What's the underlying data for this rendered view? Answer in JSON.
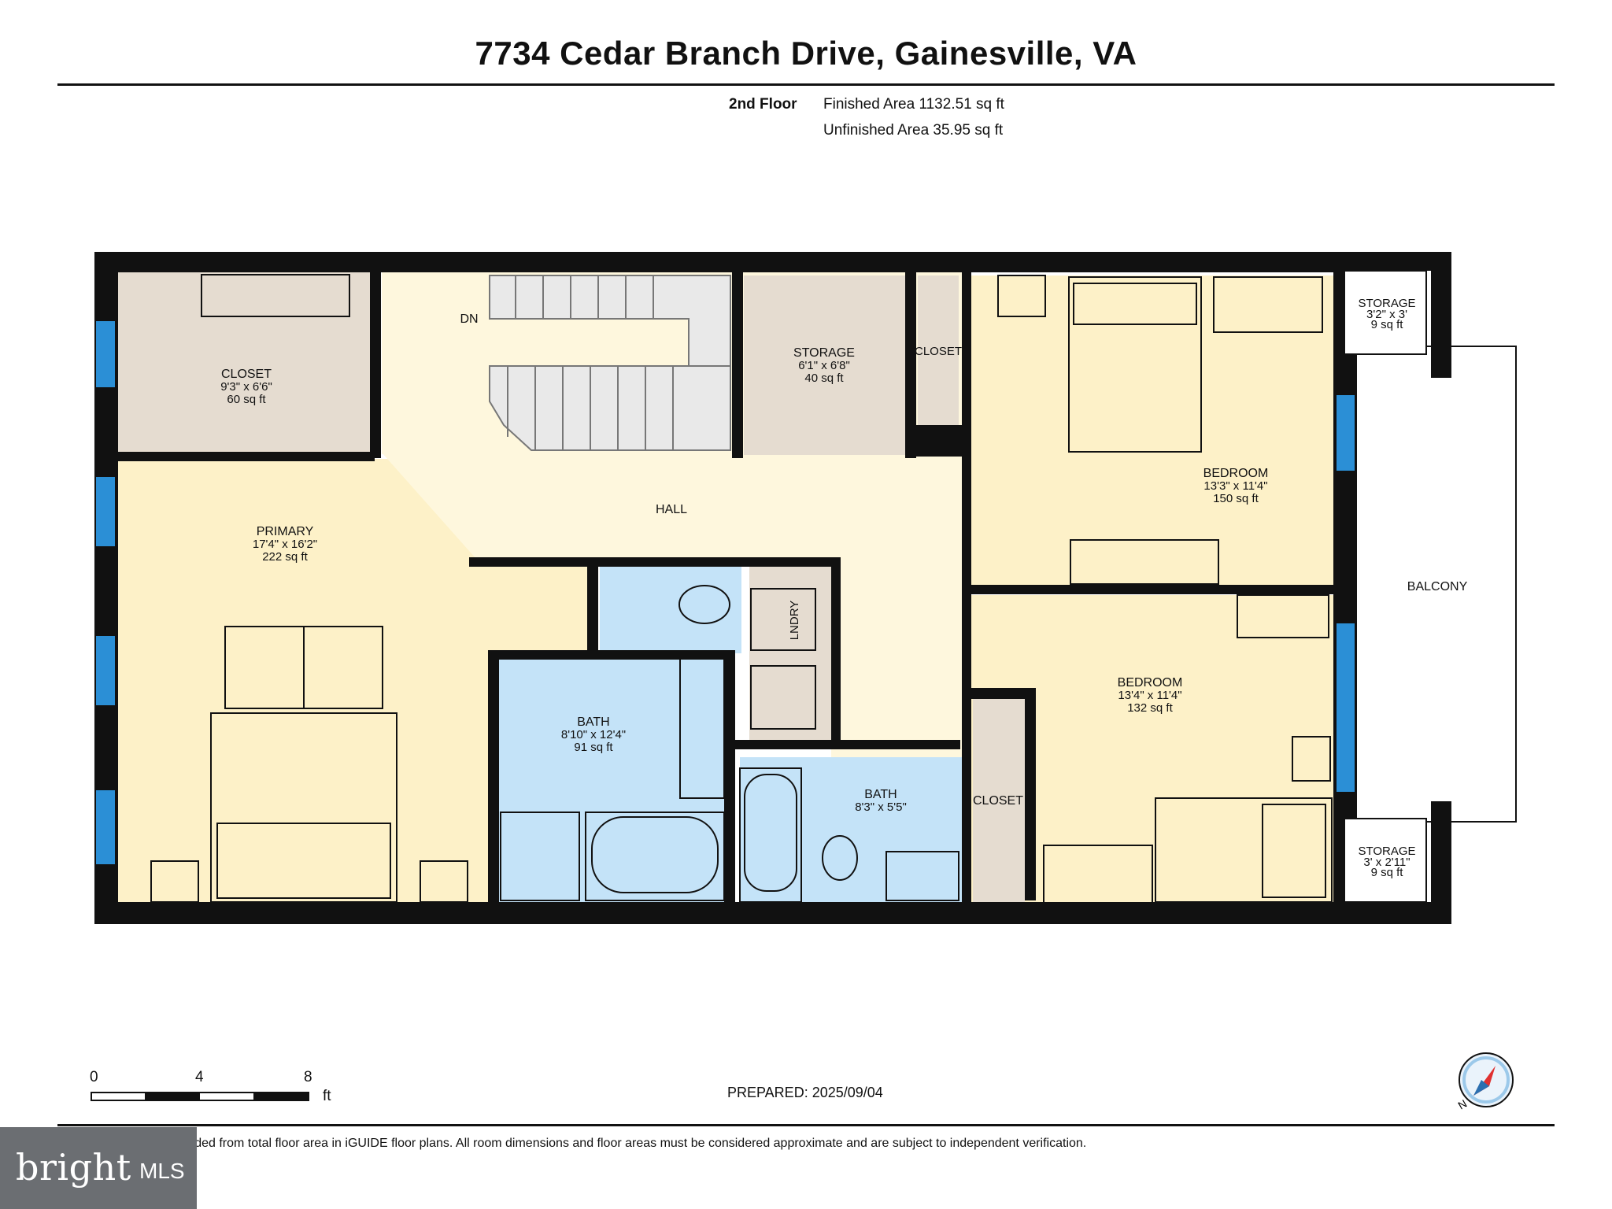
{
  "title": "7734 Cedar Branch Drive, Gainesville, VA",
  "floor": {
    "label": "2nd Floor",
    "finished_area": "Finished Area 1132.51 sq ft",
    "unfinished_area": "Unfinished Area 35.95 sq ft"
  },
  "rooms": {
    "closet_primary": {
      "name": "CLOSET",
      "dims": "9'3\" x 6'6\"",
      "area": "60 sq ft"
    },
    "primary": {
      "name": "PRIMARY",
      "dims": "17'4\" x 16'2\"",
      "area": "222 sq ft"
    },
    "hall": {
      "name": "HALL"
    },
    "stairs": {
      "label": "DN"
    },
    "storage": {
      "name": "STORAGE",
      "dims": "6'1\" x 6'8\"",
      "area": "40 sq ft"
    },
    "closet_small": {
      "name": "CLOSET"
    },
    "bedroom1": {
      "name": "BEDROOM",
      "dims": "13'3\" x 11'4\"",
      "area": "150 sq ft"
    },
    "bedroom2": {
      "name": "BEDROOM",
      "dims": "13'4\" x 11'4\"",
      "area": "132 sq ft"
    },
    "bath_primary": {
      "name": "BATH",
      "dims": "8'10\" x 12'4\"",
      "area": "91 sq ft"
    },
    "bath_hall": {
      "name": "BATH",
      "dims": "8'3\" x 5'5\""
    },
    "laundry": {
      "label": "LNDRY"
    },
    "closet_bed2": {
      "name": "CLOSET"
    },
    "storage_top": {
      "name": "STORAGE",
      "dims": "3'2\" x 3'",
      "area": "9 sq ft"
    },
    "storage_bottom": {
      "name": "STORAGE",
      "dims": "3' x 2'11\"",
      "area": "9 sq ft"
    },
    "balcony": {
      "name": "BALCONY"
    }
  },
  "scale": {
    "ticks": [
      "0",
      "4",
      "8"
    ],
    "unit": "ft"
  },
  "prepared": "PREPARED: 2025/09/04",
  "disclaimer": "White regions are excluded from total floor area in iGUIDE floor plans. All room dimensions and floor areas must be considered approximate and are subject to independent verification.",
  "compass_label": "N",
  "logo": {
    "brand": "bright",
    "suffix": "MLS"
  },
  "colors": {
    "wall": "#111111",
    "bedroom_fill": "#fdf1c8",
    "hall_fill": "#fef7dd",
    "closet_fill": "#e5dcd0",
    "bath_fill": "#c4e3f8",
    "window": "#2b8fd6"
  }
}
